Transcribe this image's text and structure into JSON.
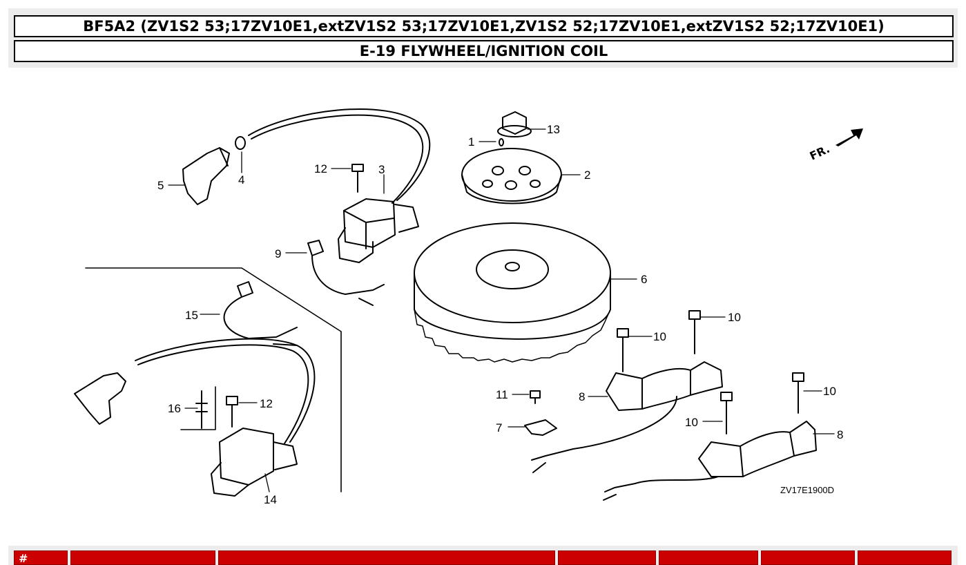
{
  "header": {
    "model_title": "BF5A2 (ZV1S2 53;17ZV10E1,extZV1S2 53;17ZV10E1,ZV1S2 52;17ZV10E1,extZV1S2 52;17ZV10E1)",
    "section_title": "E-19 FLYWHEEL/IGNITION COIL"
  },
  "diagram": {
    "callouts": [
      "1",
      "2",
      "3",
      "4",
      "5",
      "6",
      "7",
      "8",
      "8",
      "9",
      "10",
      "10",
      "10",
      "10",
      "11",
      "12",
      "12",
      "13",
      "14",
      "15",
      "16"
    ],
    "front_marker": "FR.",
    "drawing_code": "ZV17E1900D"
  },
  "table": {
    "columns": [
      "#",
      "",
      "",
      "",
      "",
      "",
      ""
    ]
  }
}
